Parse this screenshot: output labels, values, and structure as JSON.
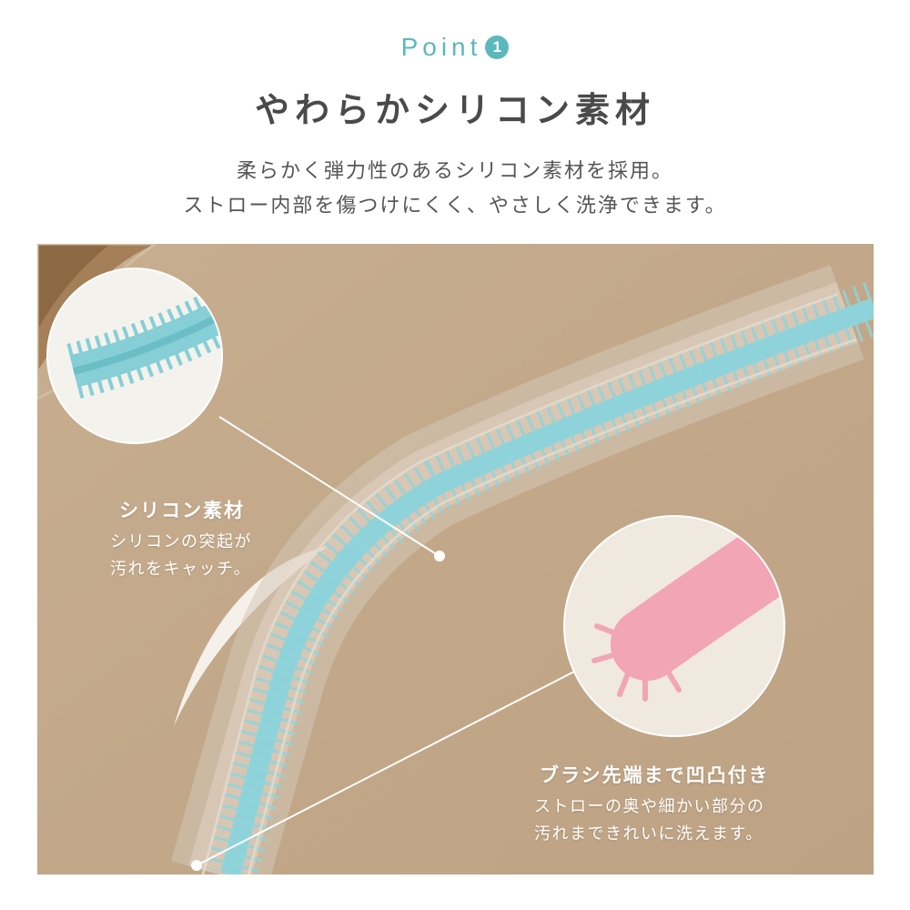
{
  "header": {
    "point_label": "Point",
    "point_number": "1",
    "title": "やわらかシリコン素材",
    "lead_line1": "柔らかく弾力性のあるシリコン素材を採用。",
    "lead_line2": "ストロー内部を傷つけにくく、やさしく洗浄できます。"
  },
  "callouts": [
    {
      "title": "シリコン素材",
      "line1": "シリコンの突起が",
      "line2": "汚れをキャッチ。"
    },
    {
      "title": "ブラシ先端まで凹凸付き",
      "line1": "ストローの奥や細かい部分の",
      "line2": "汚れまできれいに洗えます。"
    }
  ],
  "colors": {
    "accent": "#5bb8bd",
    "photo_background": "#c2a98a",
    "brush_blue": "#8fd3da",
    "brush_pink": "#f2a5b4"
  },
  "icons": [
    "point-number-badge",
    "blue-brush-closeup",
    "pink-brush-tip-closeup"
  ]
}
